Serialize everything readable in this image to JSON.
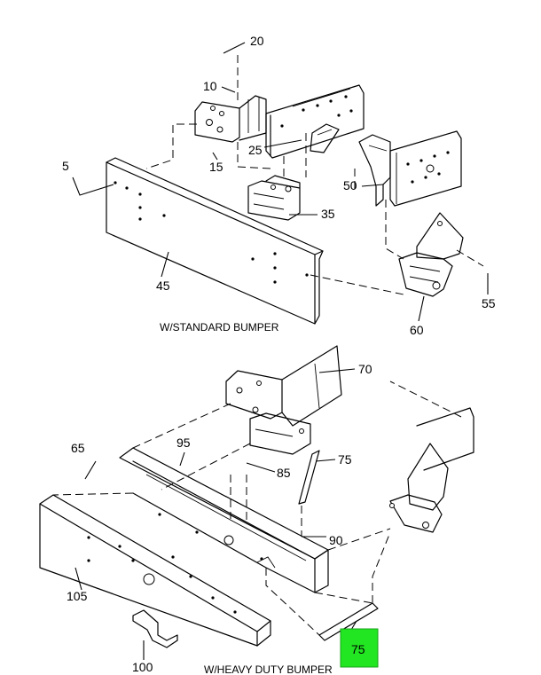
{
  "captions": {
    "standard": "W/STANDARD BUMPER",
    "heavy": "W/HEAVY DUTY BUMPER"
  },
  "labels": {
    "p5": "5",
    "p10": "10",
    "p15": "15",
    "p20": "20",
    "p25": "25",
    "p35": "35",
    "p45": "45",
    "p50": "50",
    "p55": "55",
    "p60": "60",
    "p65": "65",
    "p70": "70",
    "p75a": "75",
    "p75b": "75",
    "p85": "85",
    "p90": "90",
    "p95": "95",
    "p100": "100",
    "p105": "105"
  },
  "highlight": {
    "part": "75",
    "color": "#22e622"
  }
}
